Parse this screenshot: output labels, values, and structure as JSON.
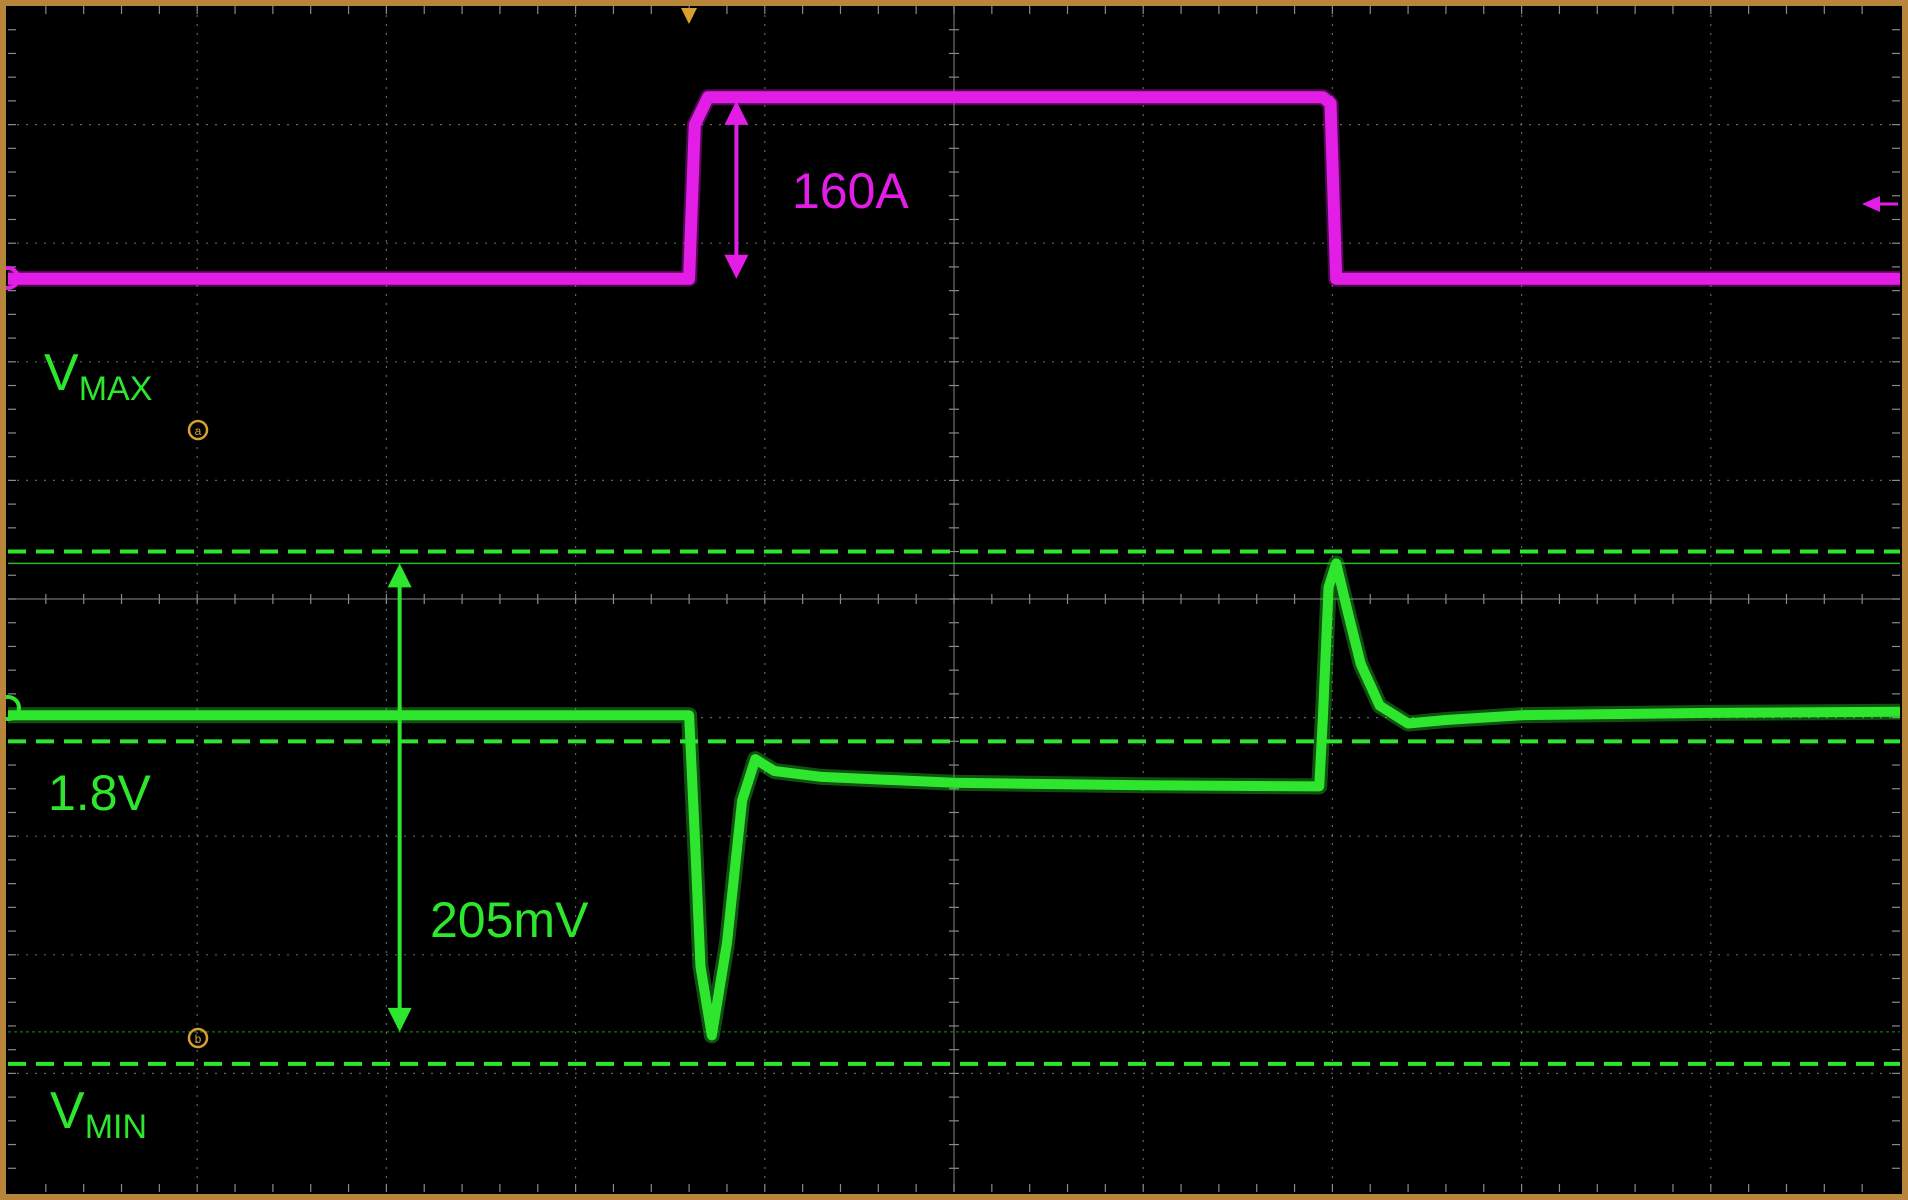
{
  "colors": {
    "frame": "#b8863a",
    "background": "#000000",
    "grid": "#8a8a8a",
    "current_trace": "#e21ee6",
    "voltage_trace": "#2ee62e",
    "marker": "#d9a030"
  },
  "labels": {
    "current_step": "160A",
    "vmax_main": "V",
    "vmax_sub": "MAX",
    "vmin_main": "V",
    "vmin_sub": "MIN",
    "setpoint": "1.8V",
    "window": "205mV",
    "cursor_a": "a",
    "cursor_b": "b"
  },
  "chart_data": {
    "type": "line",
    "title": "",
    "xlabel": "",
    "ylabel": "",
    "grid": true,
    "divisions": {
      "x": 10,
      "y": 10
    },
    "xlim": [
      0,
      10
    ],
    "ylim": [
      0,
      10
    ],
    "series": [
      {
        "name": "",
        "color_key": "current_trace",
        "x": [
          0,
          3.6,
          3.63,
          3.7,
          6.95,
          6.99,
          7.02,
          10
        ],
        "y": [
          7.7,
          7.7,
          9.0,
          9.23,
          9.23,
          9.18,
          7.7,
          7.7
        ]
      },
      {
        "name": "",
        "color_key": "voltage_trace",
        "x": [
          0,
          3.6,
          3.63,
          3.66,
          3.72,
          3.8,
          3.88,
          3.95,
          4.05,
          4.3,
          5.0,
          6.0,
          6.93,
          6.95,
          6.98,
          7.02,
          7.08,
          7.15,
          7.25,
          7.4,
          7.6,
          8.0,
          9.0,
          10
        ],
        "y": [
          4.02,
          4.02,
          3.0,
          1.9,
          1.32,
          2.1,
          3.3,
          3.65,
          3.55,
          3.5,
          3.45,
          3.43,
          3.42,
          4.0,
          5.1,
          5.3,
          4.9,
          4.45,
          4.1,
          3.95,
          3.98,
          4.02,
          4.04,
          4.05
        ]
      }
    ],
    "reference_lines": [
      {
        "label_key": "vmax",
        "y": 5.4,
        "style": "dashed"
      },
      {
        "label_key": "setpoint",
        "y": 3.8,
        "style": "dashed"
      },
      {
        "label_key": "vmin",
        "y": 1.08,
        "style": "dashed"
      }
    ],
    "annotations": [
      {
        "text_key": "current_step",
        "x": 3.85,
        "y_from": 7.7,
        "y_to": 9.2
      },
      {
        "text_key": "window",
        "x": 2.07,
        "y_from": 1.35,
        "y_to": 5.3
      }
    ]
  }
}
